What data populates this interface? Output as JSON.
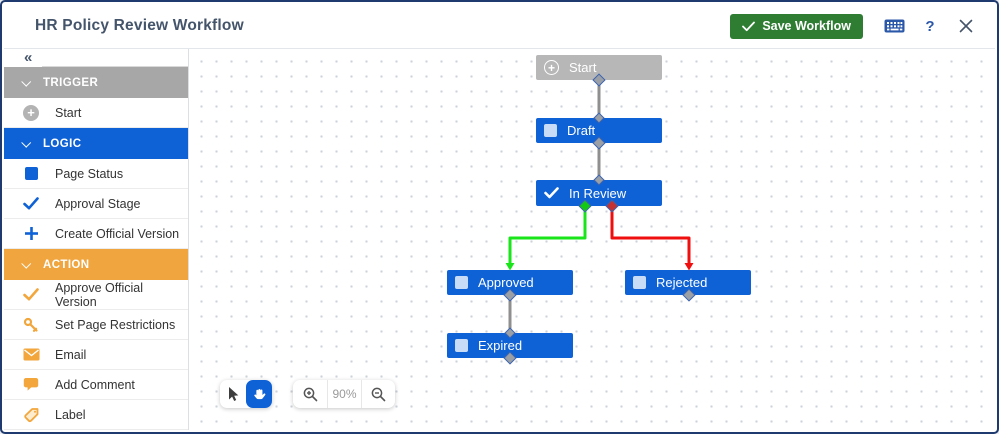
{
  "header": {
    "title": "HR Policy Review Workflow",
    "save_label": "Save Workflow",
    "help_label": "?"
  },
  "sidebar": {
    "collapse_glyph": "«",
    "rows": [
      {
        "type": "section",
        "label": "TRIGGER",
        "color": "#A7A7A7"
      },
      {
        "type": "item",
        "label": "Start",
        "icon": "circle-plus-icon"
      },
      {
        "type": "section",
        "label": "LOGIC",
        "color": "#0E62D6"
      },
      {
        "type": "item",
        "label": "Page Status",
        "icon": "blue-square-icon"
      },
      {
        "type": "item",
        "label": "Approval Stage",
        "icon": "blue-check-icon"
      },
      {
        "type": "item",
        "label": "Create Official Version",
        "icon": "blue-plus-icon"
      },
      {
        "type": "section",
        "label": "ACTION",
        "color": "#F0A53E"
      },
      {
        "type": "item",
        "label": "Approve Official Version",
        "icon": "orange-check-icon"
      },
      {
        "type": "item",
        "label": "Set Page Restrictions",
        "icon": "key-icon"
      },
      {
        "type": "item",
        "label": "Email",
        "icon": "envelope-icon"
      },
      {
        "type": "item",
        "label": "Add Comment",
        "icon": "comment-icon"
      },
      {
        "type": "item",
        "label": "Label",
        "icon": "tag-icon"
      }
    ]
  },
  "canvas": {
    "nodes": [
      {
        "label": "Start",
        "kind": "trigger",
        "color": "#B7B7B7"
      },
      {
        "label": "Draft",
        "kind": "state",
        "color": "#0E62D6"
      },
      {
        "label": "In Review",
        "kind": "approval",
        "color": "#0E62D6"
      },
      {
        "label": "Approved",
        "kind": "state",
        "color": "#0E62D6"
      },
      {
        "label": "Rejected",
        "kind": "state",
        "color": "#0E62D6"
      },
      {
        "label": "Expired",
        "kind": "state",
        "color": "#0E62D6"
      }
    ],
    "connectors": [
      {
        "from": "Start",
        "to": "Draft",
        "color": "#8f8f8f"
      },
      {
        "from": "Draft",
        "to": "In Review",
        "color": "#8f8f8f"
      },
      {
        "from": "In Review",
        "to": "Approved",
        "color": "#1AE51A"
      },
      {
        "from": "In Review",
        "to": "Rejected",
        "color": "#EF0F0F"
      },
      {
        "from": "Approved",
        "to": "Expired",
        "color": "#8f8f8f"
      }
    ],
    "toolbar": {
      "zoom_level": "90%"
    }
  },
  "colors": {
    "save_green": "#2E7D33",
    "node_blue": "#0E62D6",
    "trigger_gray": "#A7A7A7",
    "action_orange": "#F0A53E",
    "connector_green": "#1AE51A",
    "connector_red": "#EF0F0F",
    "title_slate": "#44546A"
  }
}
